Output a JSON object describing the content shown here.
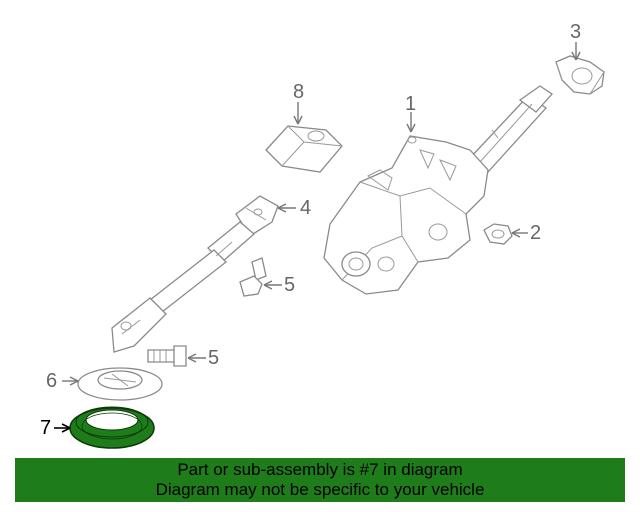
{
  "diagram": {
    "callouts": [
      {
        "id": "1",
        "label": "1"
      },
      {
        "id": "2",
        "label": "2"
      },
      {
        "id": "3",
        "label": "3"
      },
      {
        "id": "4",
        "label": "4"
      },
      {
        "id": "5a",
        "label": "5"
      },
      {
        "id": "5b",
        "label": "5"
      },
      {
        "id": "6",
        "label": "6"
      },
      {
        "id": "7",
        "label": "7"
      },
      {
        "id": "8",
        "label": "8"
      }
    ],
    "highlighted_part": "7",
    "colors": {
      "highlight_fill": "#1e7d1a",
      "banner_bg": "#1e7d1a",
      "line_art": "#8a8a8a"
    }
  },
  "banner": {
    "line1": "Part or sub-assembly is #7 in diagram",
    "line2": "Diagram may not be specific to your vehicle"
  }
}
